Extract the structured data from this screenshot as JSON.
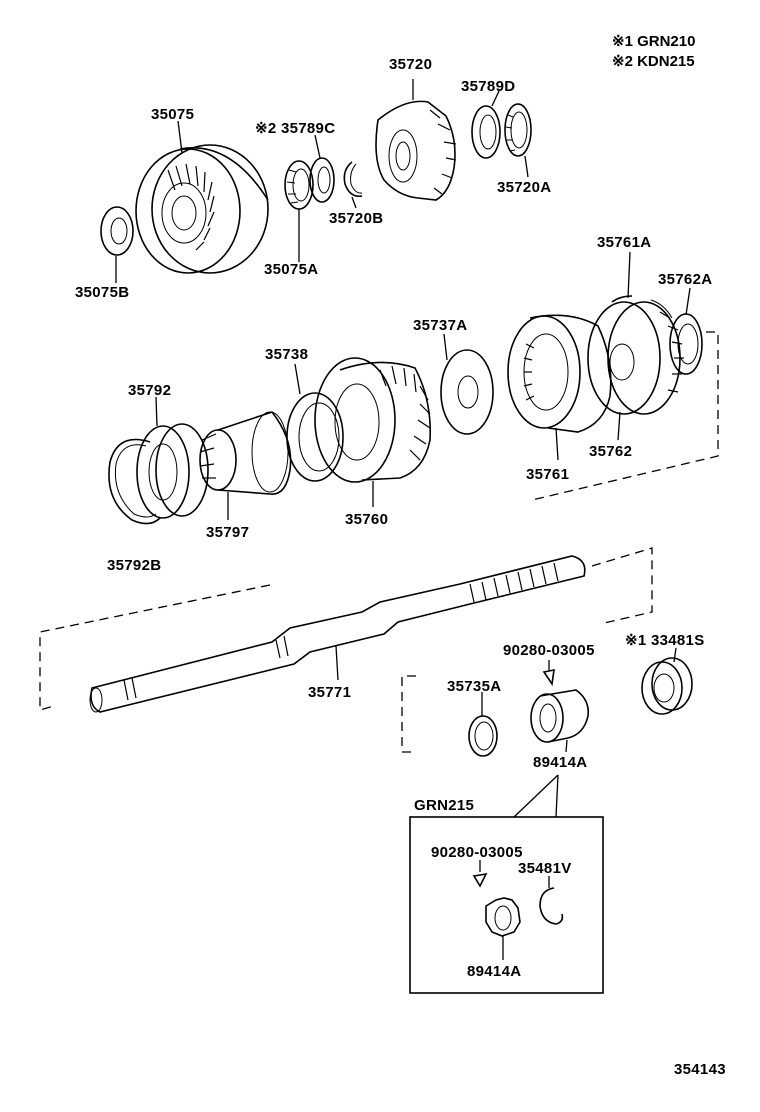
{
  "notes": {
    "model_1": "※1 GRN210",
    "model_2": "※2 KDN215"
  },
  "labels": {
    "p35720": "35720",
    "p35789D": "35789D",
    "p35075": "35075",
    "p35789C": "※2 35789C",
    "p35720A": "35720A",
    "p35720B": "35720B",
    "p35075A": "35075A",
    "p35075B": "35075B",
    "p35761A": "35761A",
    "p35762A": "35762A",
    "p35737A": "35737A",
    "p35738": "35738",
    "p35792": "35792",
    "p35762": "35762",
    "p35761": "35761",
    "p35797": "35797",
    "p35760": "35760",
    "p35792B": "35792B",
    "p90280_top": "90280-03005",
    "p33481S": "※1 33481S",
    "p35735A": "35735A",
    "p35771": "35771",
    "p89414A_top": "89414A",
    "grn215_box_title": "GRN215",
    "p90280_box": "90280-03005",
    "p35481V": "35481V",
    "p89414A_box": "89414A"
  },
  "figure_id": "354143"
}
